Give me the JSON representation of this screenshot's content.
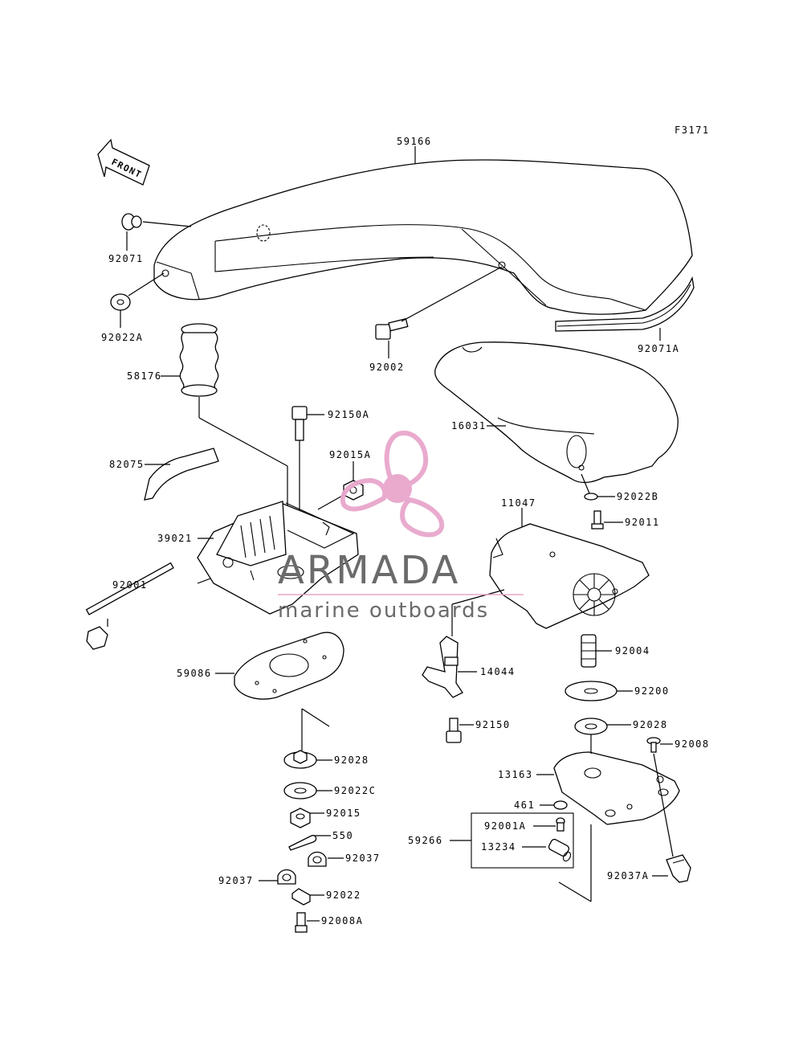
{
  "figure_code": "F3171",
  "front_label": "FRONT",
  "watermark": {
    "brand": "ARMADA",
    "tagline": "marine outboards",
    "petal_color": "#e8a6cc",
    "hub_color": "#e8a6cc",
    "text_color": "#6b6b6b"
  },
  "part_labels": {
    "p59166": "59166",
    "p92071": "92071",
    "p92022A": "92022A",
    "p92002": "92002",
    "p92071A": "92071A",
    "p58176": "58176",
    "p92150A": "92150A",
    "p16031": "16031",
    "p82075": "82075",
    "p92015A": "92015A",
    "p92022B": "92022B",
    "p39021": "39021",
    "p92011": "92011",
    "p11047": "11047",
    "p92001": "92001",
    "p92004": "92004",
    "p14044": "14044",
    "p59086": "59086",
    "p92200": "92200",
    "p92150": "92150",
    "p92028b": "92028",
    "p92008": "92008",
    "p92028": "92028",
    "p13163": "13163",
    "p92022C": "92022C",
    "p461": "461",
    "p92015": "92015",
    "p92001A": "92001A",
    "p550": "550",
    "p59266": "59266",
    "p13234": "13234",
    "p92037a": "92037",
    "p92037b": "92037",
    "p92037A": "92037A",
    "p92022": "92022",
    "p92008A": "92008A"
  }
}
